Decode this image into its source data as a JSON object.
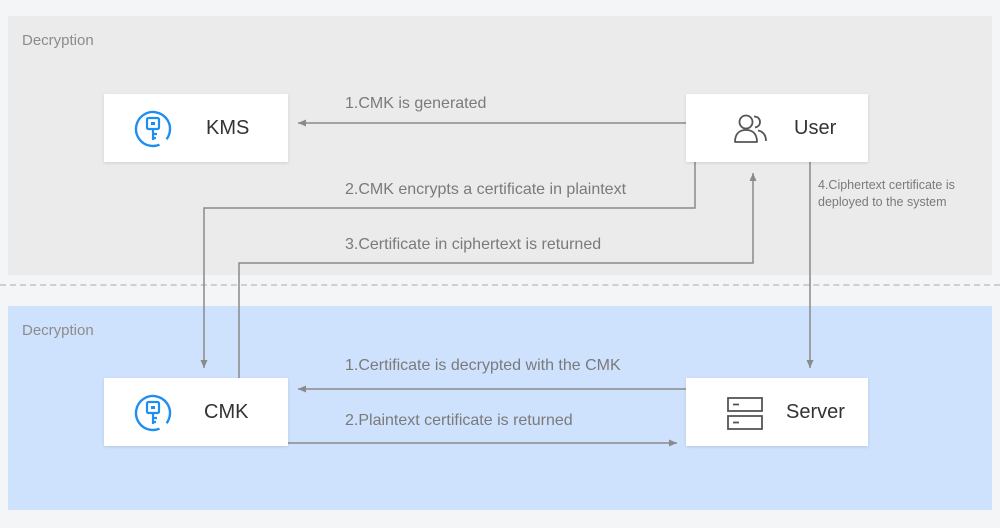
{
  "zones": {
    "top_label": "Decryption",
    "bottom_label": "Decryption"
  },
  "nodes": {
    "kms": {
      "label": "KMS",
      "icon": "key-icon"
    },
    "user": {
      "label": "User",
      "icon": "users-icon"
    },
    "cmk": {
      "label": "CMK",
      "icon": "key-icon"
    },
    "server": {
      "label": "Server",
      "icon": "server-icon"
    }
  },
  "edges": {
    "e1": "1.CMK is generated",
    "e2": "2.CMK encrypts a certificate in plaintext",
    "e3": "3.Certificate in ciphertext is returned",
    "e4": "4.Ciphertext certificate is deployed to the system",
    "e5": "1.Certificate is decrypted with the CMK",
    "e6": "2.Plaintext certificate is returned"
  },
  "colors": {
    "accent_blue": "#1f8ef1",
    "line": "#8a8a8a",
    "top_zone": "#ebebeb",
    "bottom_zone": "#cfe2fd"
  }
}
